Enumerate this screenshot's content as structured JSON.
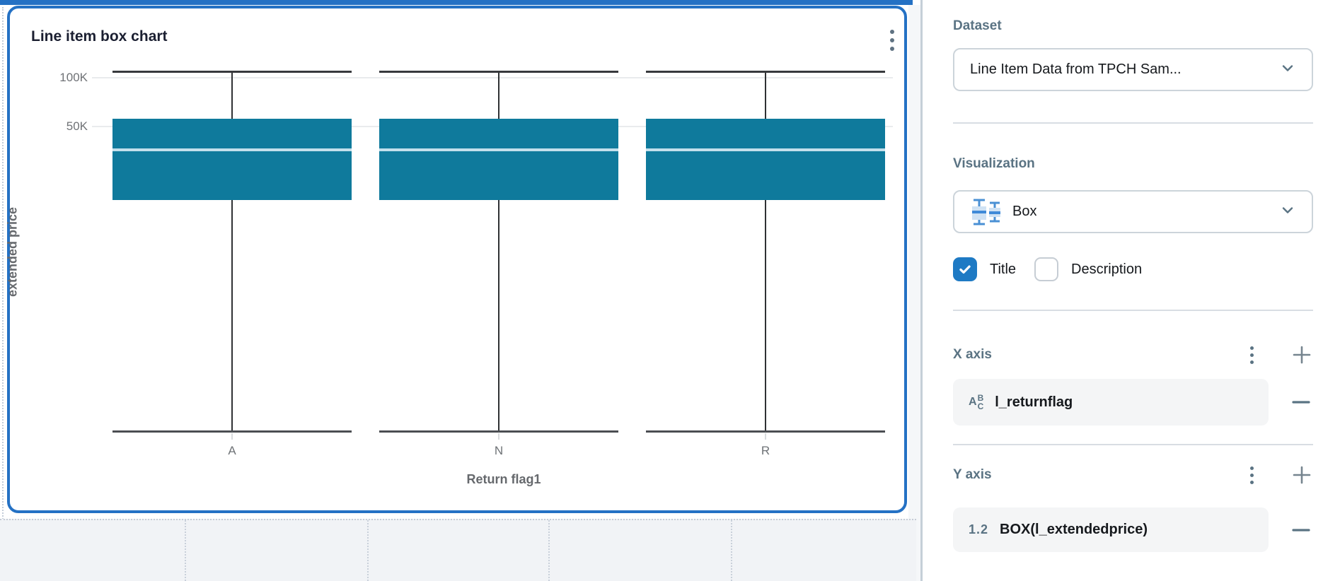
{
  "chart_data": {
    "type": "box",
    "title": "Line item box chart",
    "xlabel": "Return flag1",
    "ylabel": "extended price",
    "y_scale": "log",
    "y_ticks": [
      {
        "label": "100K",
        "value": 100000
      },
      {
        "label": "50K",
        "value": 50000
      }
    ],
    "categories": [
      "A",
      "N",
      "R"
    ],
    "series": [
      {
        "category": "A",
        "min": 660,
        "q1": 17500,
        "median": 36000,
        "q3": 56000,
        "max": 110000
      },
      {
        "category": "N",
        "min": 660,
        "q1": 17500,
        "median": 36000,
        "q3": 56000,
        "max": 110000
      },
      {
        "category": "R",
        "min": 660,
        "q1": 17500,
        "median": 36000,
        "q3": 56000,
        "max": 110000
      }
    ],
    "legend": "none",
    "grid": "horizontal",
    "box_color": "#0f7a9c",
    "median_color": "#c3e0ec"
  },
  "card": {
    "menu_icon": "kebab-vertical"
  },
  "theme": {
    "selection_blue": "#2471c4",
    "checkbox_blue": "#1e7ac4",
    "heading_slate": "#5a7383"
  },
  "sidebar": {
    "dataset": {
      "label": "Dataset",
      "value": "Line Item Data from TPCH Sam...",
      "chevron_icon": "chevron-down"
    },
    "visualization": {
      "label": "Visualization",
      "value": "Box",
      "chevron_icon": "chevron-down",
      "viz_icon": "box-plot",
      "title_checkbox": {
        "label": "Title",
        "checked": true
      },
      "description_checkbox": {
        "label": "Description",
        "checked": false
      }
    },
    "x_axis": {
      "label": "X axis",
      "field": {
        "name": "l_returnflag",
        "type_icon": {
          "a": "A",
          "b": "B",
          "c": "C"
        }
      }
    },
    "y_axis": {
      "label": "Y axis",
      "field": {
        "name": "BOX(l_extendedprice)",
        "type_icon_text": "1.2"
      }
    }
  }
}
